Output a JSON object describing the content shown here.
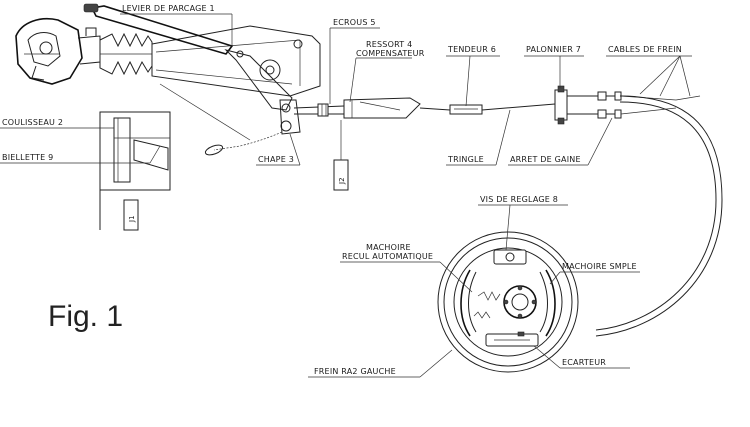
{
  "figure_label": "Fig. 1",
  "labels": {
    "levier": "LEVIER DE PARCAGE 1",
    "ecrous": "ECROUS 5",
    "ressort_line1": "RESSORT 4",
    "ressort_line2": "COMPENSATEUR",
    "tendeur": "TENDEUR 6",
    "palonnier": "PALONNIER 7",
    "cables": "CABLES DE FREIN",
    "coulisseau": "COULISSEAU 2",
    "biellette": "BIELLETTE 9",
    "chape": "CHAPE 3",
    "tringle": "TRINGLE",
    "arret": "ARRET DE GAINE",
    "j1": "J1",
    "j2": "J2",
    "vis_reglage": "VIS DE REGLAGE 8",
    "machoire_recul_line1": "MACHOIRE",
    "machoire_recul_line2": "RECUL AUTOMATIQUE",
    "machoire_simple": "MACHOIRE SMPLE",
    "frein": "FREIN RA2 GAUCHE",
    "ecarteur": "ECARTEUR"
  }
}
